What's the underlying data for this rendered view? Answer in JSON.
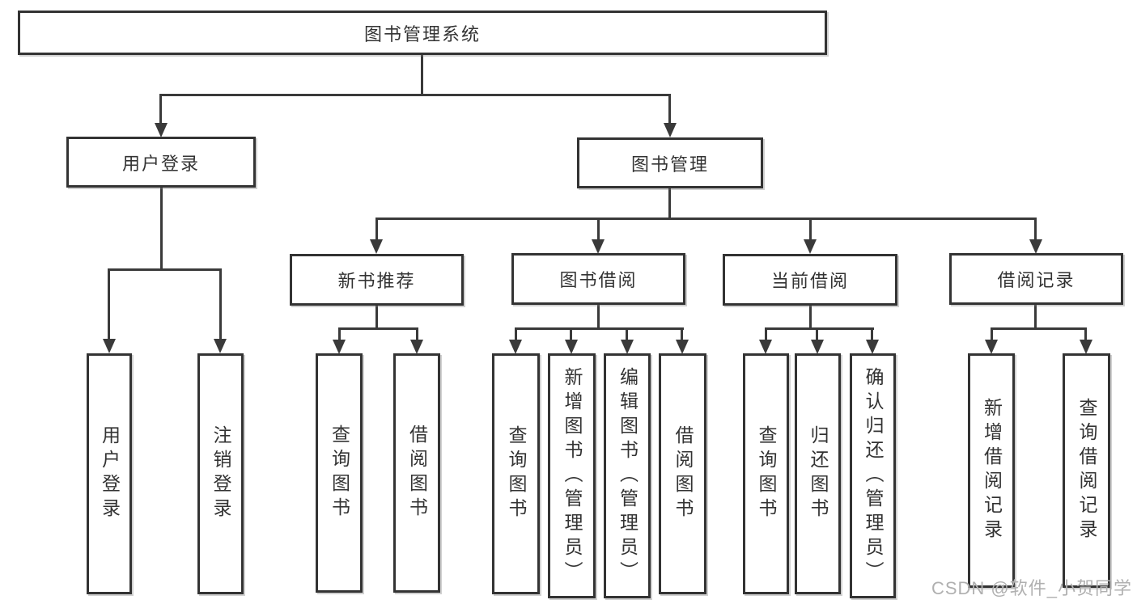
{
  "diagram": {
    "title": "图书管理系统",
    "root": {
      "label": "图书管理系统"
    },
    "level2": [
      {
        "label": "用户登录"
      },
      {
        "label": "图书管理"
      }
    ],
    "level3": [
      {
        "label": "新书推荐"
      },
      {
        "label": "图书借阅"
      },
      {
        "label": "当前借阅"
      },
      {
        "label": "借阅记录"
      }
    ],
    "leaves": {
      "user_login": [
        {
          "label": "用户登录"
        },
        {
          "label": "注销登录"
        }
      ],
      "new_book": [
        {
          "label": "查询图书"
        },
        {
          "label": "借阅图书"
        }
      ],
      "borrow": [
        {
          "label": "查询图书"
        },
        {
          "label": "新增图书（管理员）"
        },
        {
          "label": "编辑图书（管理员）"
        },
        {
          "label": "借阅图书"
        }
      ],
      "current": [
        {
          "label": "查询图书"
        },
        {
          "label": "归还图书"
        },
        {
          "label": "确认归还（管理员）"
        }
      ],
      "records": [
        {
          "label": "新增借阅记录"
        },
        {
          "label": "查询借阅记录"
        }
      ]
    }
  },
  "watermark": {
    "text": "CSDN @软件_小贺同学"
  },
  "colors": {
    "line": "#3a3a3a",
    "border": "#333333",
    "text": "#333333",
    "background": "#ffffff",
    "watermark": "#b0b0b0"
  }
}
